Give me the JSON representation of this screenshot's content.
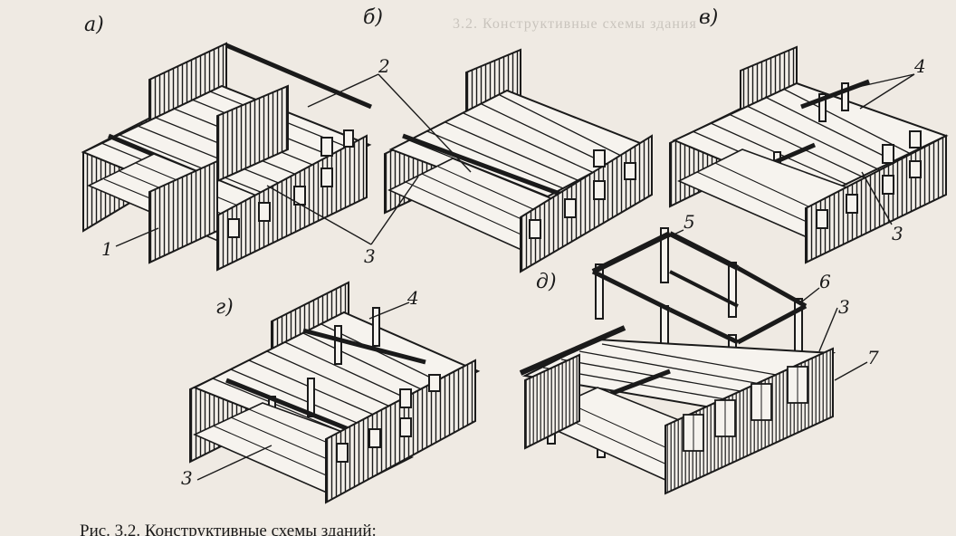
{
  "figure": {
    "caption": "Рис. 3.2. Конструктивные схемы зданий:",
    "panel_labels": {
      "a": "а)",
      "b": "б)",
      "v": "в)",
      "g": "г)",
      "d": "д)"
    },
    "callouts": {
      "c1": "1",
      "c2": "2",
      "c3": "3",
      "c4": "4",
      "c5": "5",
      "c6": "6",
      "c7": "7"
    },
    "background_text": {
      "heading": "3.2. Конструктивные схемы здания"
    }
  },
  "colors": {
    "paper": "#efeae3",
    "ink": "#1a1a1a",
    "ghost_text": "#c9c4bd"
  }
}
